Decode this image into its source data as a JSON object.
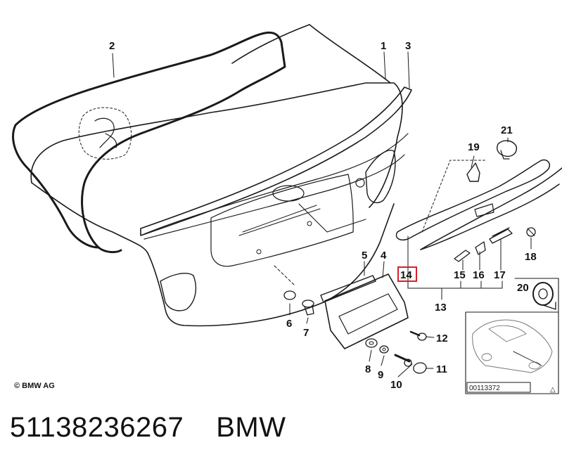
{
  "diagram": {
    "callouts": [
      "1",
      "2",
      "3",
      "4",
      "5",
      "6",
      "7",
      "8",
      "9",
      "10",
      "11",
      "12",
      "13",
      "14",
      "15",
      "16",
      "17",
      "18",
      "19",
      "20",
      "21"
    ],
    "highlighted_callout": "14",
    "highlight_color": "#d6202a",
    "copyright": "© BMW AG",
    "drawing_number": "00113372",
    "warning_mark": "△"
  },
  "footer": {
    "part_number": "51138236267",
    "brand": "BMW"
  }
}
